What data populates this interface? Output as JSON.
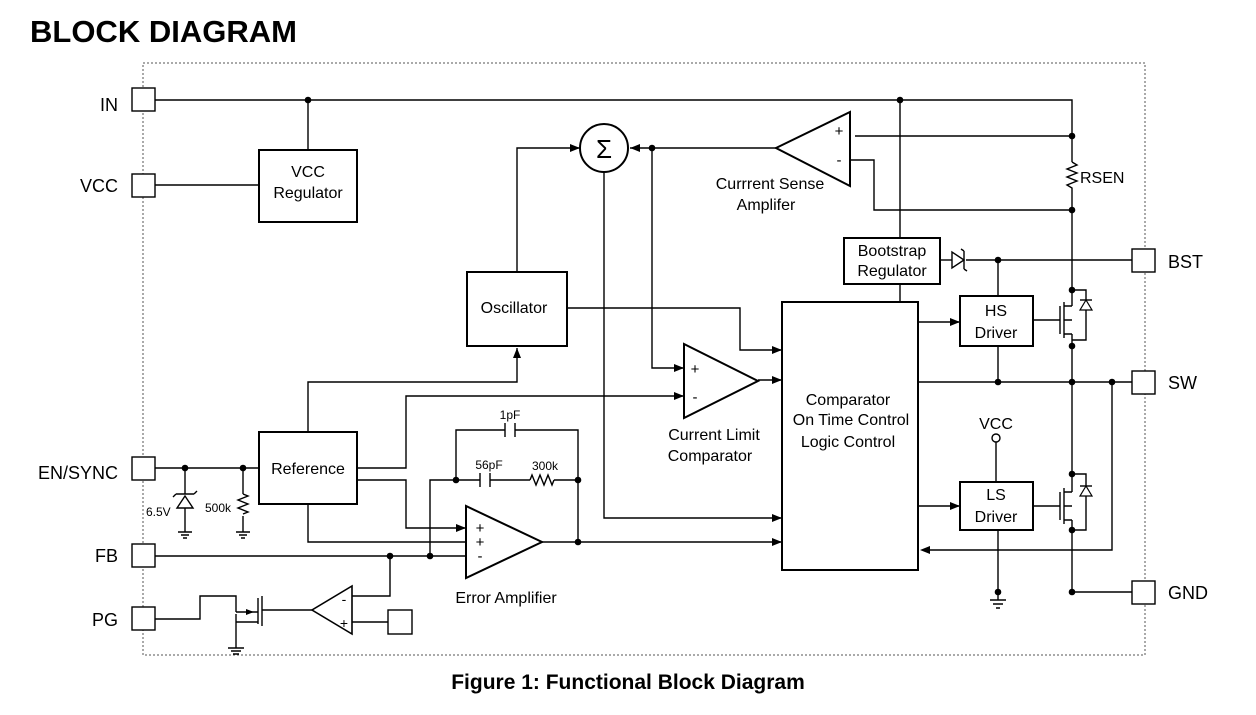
{
  "title": "BLOCK DIAGRAM",
  "caption": "Figure 1: Functional Block Diagram",
  "pins": {
    "in": "IN",
    "vcc": "VCC",
    "en_sync": "EN/SYNC",
    "fb": "FB",
    "pg": "PG",
    "bst": "BST",
    "sw": "SW",
    "gnd": "GND"
  },
  "blocks": {
    "vcc_regulator": [
      "VCC",
      "Regulator"
    ],
    "oscillator": "Oscillator",
    "reference": "Reference",
    "bootstrap_regulator": [
      "Bootstrap",
      "Regulator"
    ],
    "hs_driver": [
      "HS",
      "Driver"
    ],
    "ls_driver": [
      "LS",
      "Driver"
    ],
    "logic": [
      "Comparator",
      "On Time Control",
      "Logic Control"
    ]
  },
  "amplifiers": {
    "current_sense": [
      "Currrent Sense",
      "Amplifer"
    ],
    "current_limit": [
      "Current Limit",
      "Comparator"
    ],
    "error_amp": "Error Amplifier"
  },
  "components": {
    "rsen": "RSEN",
    "zener": "6.5V",
    "r_pulldown": "500k",
    "c_1p": "1pF",
    "c_56p": "56pF",
    "r_300k": "300k",
    "vcc_node": "VCC"
  },
  "symbols": {
    "sum": "Σ",
    "plus": "+",
    "minus": "-"
  }
}
